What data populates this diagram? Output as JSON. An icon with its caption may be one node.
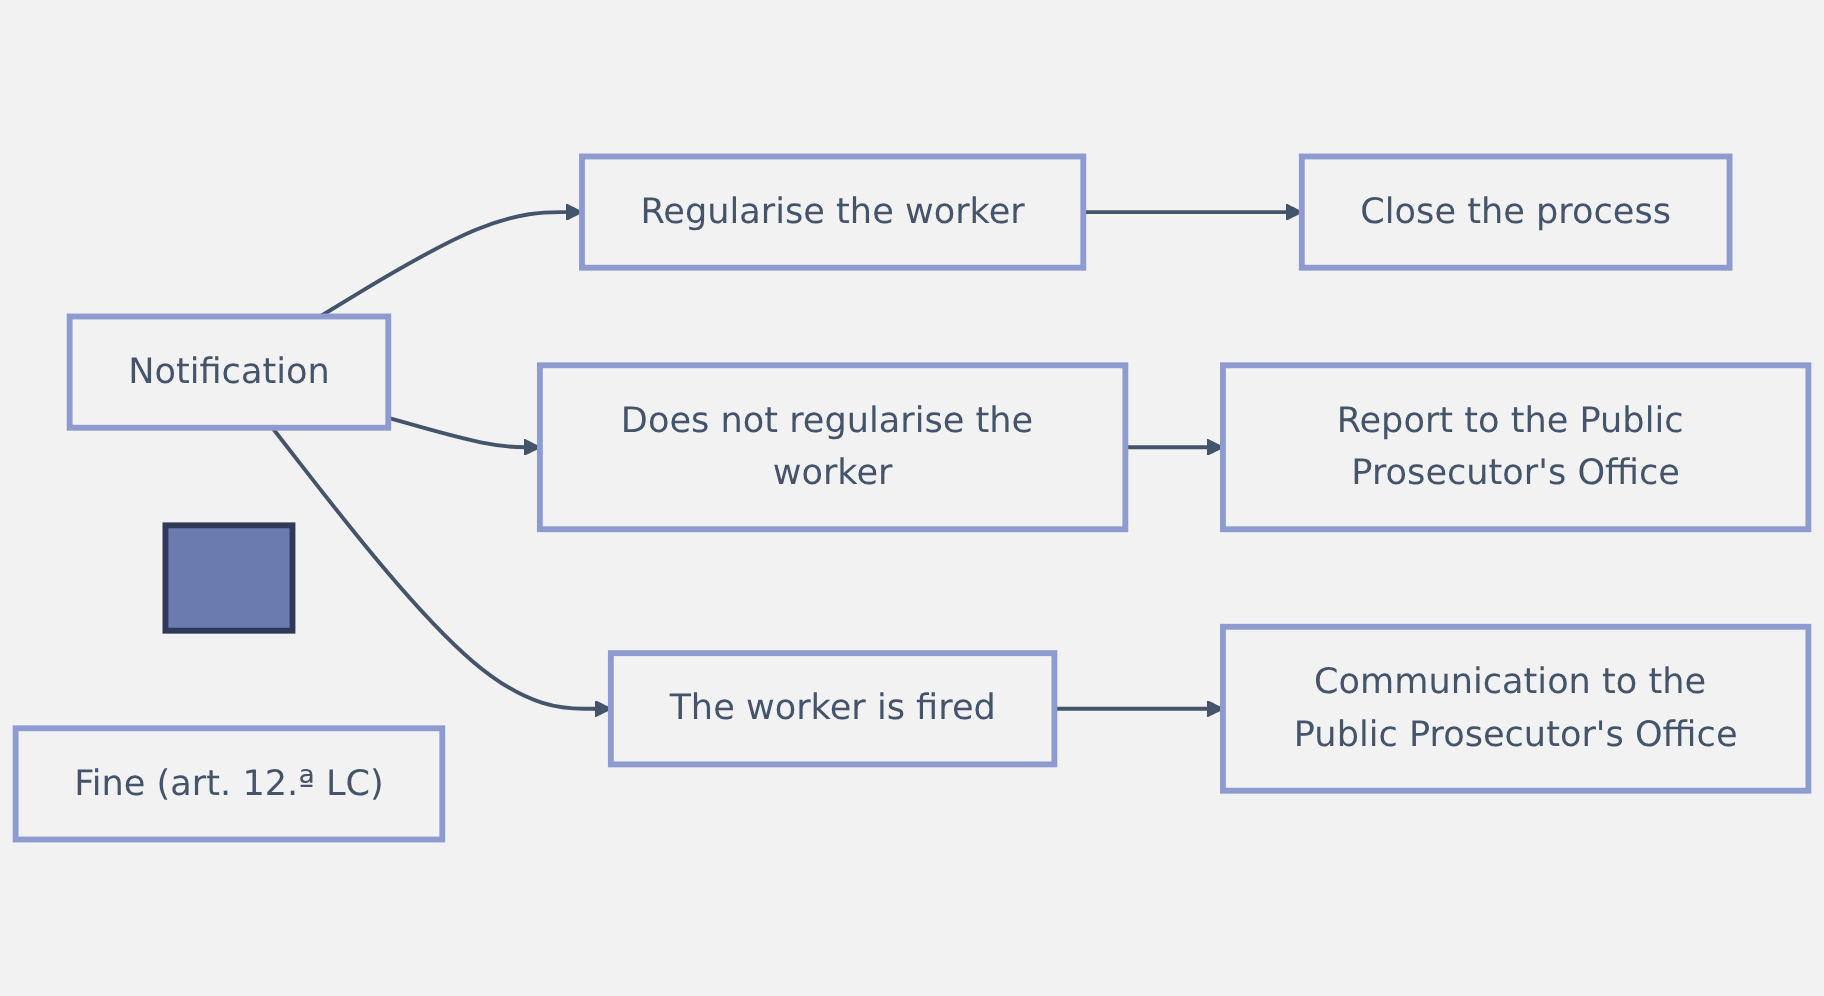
{
  "diagram": {
    "nodes": [
      {
        "text": [
          "Notification"
        ]
      },
      {
        "text": [
          "Regularise the worker"
        ]
      },
      {
        "text": [
          "Does not regularise the worker"
        ]
      },
      {
        "text": [
          "The worker is fired"
        ]
      },
      {
        "text": [
          "Close the process"
        ]
      },
      {
        "text": [
          "Report to the Public Prosecutor's Office"
        ]
      },
      {
        "text": [
          "Communication to the Public Prosecutor's Office"
        ]
      },
      {
        "text": [],
        "shape": "cross"
      },
      {
        "text": [
          "Fine (art. 12.ª LC)"
        ]
      }
    ],
    "edges": [
      {
        "from": 0,
        "to": 1,
        "arrow": "to"
      },
      {
        "from": 0,
        "to": 2,
        "arrow": "to"
      },
      {
        "from": 0,
        "to": 3,
        "arrow": "to"
      },
      {
        "from": 1,
        "to": 4,
        "arrow": "to"
      },
      {
        "from": 2,
        "to": 5,
        "arrow": "to"
      },
      {
        "from": 3,
        "to": 6,
        "arrow": "to"
      }
    ]
  }
}
